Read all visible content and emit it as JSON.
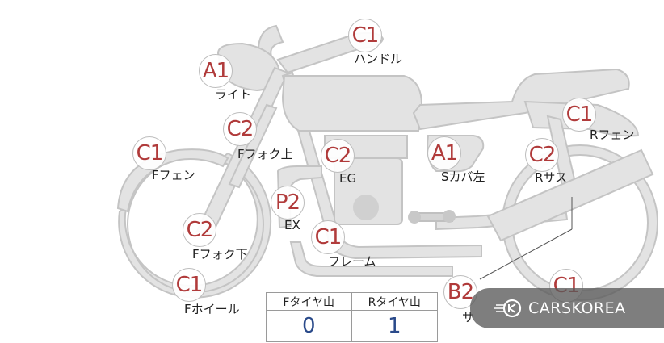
{
  "markers": [
    {
      "id": "handle",
      "code": "C1",
      "label": "ハンドル"
    },
    {
      "id": "light",
      "code": "A1",
      "label": "ライト"
    },
    {
      "id": "r-fender",
      "code": "C1",
      "label": "Rフェン"
    },
    {
      "id": "f-fork-upper",
      "code": "C2",
      "label": "Fフォク上"
    },
    {
      "id": "f-fender",
      "code": "C1",
      "label": "Fフェン"
    },
    {
      "id": "eg",
      "code": "C2",
      "label": "EG"
    },
    {
      "id": "s-cover-left",
      "code": "A1",
      "label": "Sカバ左"
    },
    {
      "id": "r-suspension",
      "code": "C2",
      "label": "Rサス"
    },
    {
      "id": "ex",
      "code": "P2",
      "label": "EX"
    },
    {
      "id": "f-fork-lower",
      "code": "C2",
      "label": "Fフォク下"
    },
    {
      "id": "frame",
      "code": "C1",
      "label": "フレーム"
    },
    {
      "id": "f-wheel",
      "code": "C1",
      "label": "Fホイール"
    },
    {
      "id": "silencer",
      "code": "B2",
      "label": "サ"
    },
    {
      "id": "r-wheel",
      "code": "C1",
      "label": ""
    }
  ],
  "tire_table": {
    "front_header": "Fタイヤ山",
    "rear_header": "Rタイヤ山",
    "front_value": "0",
    "rear_value": "1"
  },
  "watermark": {
    "text": "CARSKOREA",
    "icon": "carskorea-logo-icon"
  }
}
